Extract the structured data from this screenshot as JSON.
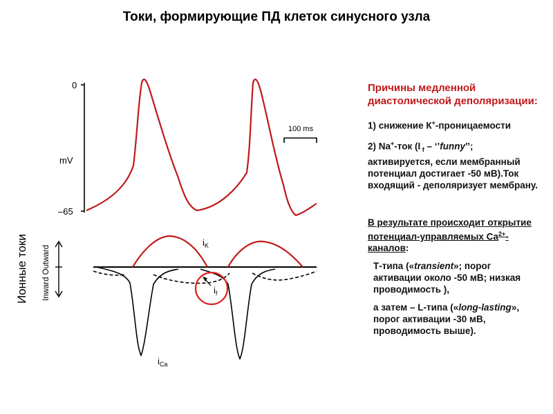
{
  "title": "Токи, формирующие ПД клеток синусного узла",
  "side_label": "Ионные токи",
  "diagram": {
    "ap_axis": {
      "tick_top": "0",
      "tick_bottom": "–65",
      "unit": "mV"
    },
    "scale_bar": "100 ms",
    "current_axis_label": "Inward  Outward",
    "label_ik": "i",
    "label_ik_sub": "K",
    "label_if": "i",
    "label_if_sub": "f",
    "label_ica": "i",
    "label_ica_sub": "Ca",
    "colors": {
      "action_potential": "#c0191a",
      "ik": "#c0191a",
      "ica": "#000000",
      "if": "#000000",
      "highlight": "#e02020"
    }
  },
  "text_panel": {
    "heading": "Причины медленной диастолической деполяризации:",
    "p1_a": "1) снижение К",
    "p1_sup": "+",
    "p1_b": "-проницаемости",
    "p2_a": "2) Na",
    "p2_sup": "+",
    "p2_b": "-ток (I",
    "p2_sub": " f",
    "p2_c": " – ‘’",
    "p2_funny": "funny",
    "p2_d": "’’; активируется, если мембранный потенциал достигает -50 мВ).Ток входящий - деполяризует мембрану.",
    "result_a": "В результате происходит открытие потенциал-управляемых Са",
    "result_sup": "2+",
    "result_b": "-каналов",
    "result_c": ":",
    "bullet_marker": "",
    "b1_a": "Т-типа («",
    "b1_em": "transient",
    "b1_b": "»; порог активации около -50 мВ; низкая проводимость ),",
    "b2_a": "а затем – L-типа («",
    "b2_em": "long-lasting",
    "b2_b": "», порог активации -30 мВ, проводимость выше)."
  }
}
